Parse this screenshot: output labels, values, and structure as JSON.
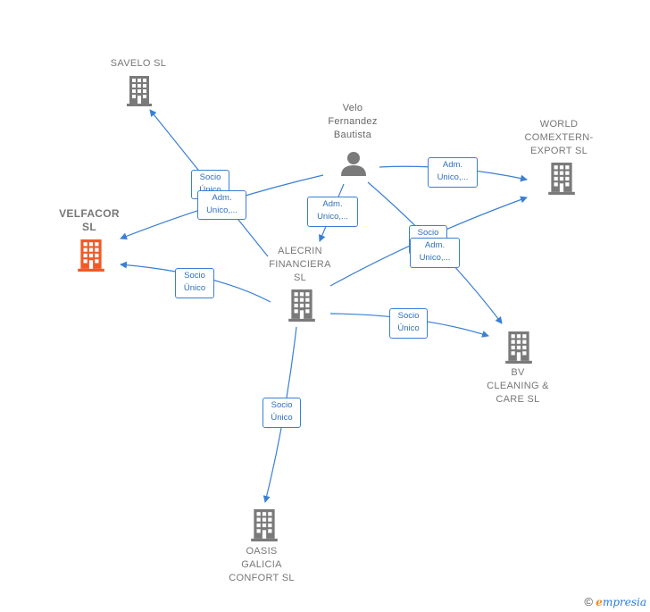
{
  "nodes": {
    "savelo": {
      "label": "SAVELO  SL",
      "type": "company"
    },
    "velfacor": {
      "label": "VELFACOR\nSL",
      "type": "company-focus"
    },
    "velo": {
      "label": "Velo\nFernandez\nBautista",
      "type": "person"
    },
    "world": {
      "label": "WORLD\nCOMEXTERN-\nEXPORT SL",
      "type": "company"
    },
    "alecrin": {
      "label": "ALECRIN\nFINANCIERA\nSL",
      "type": "company"
    },
    "bv": {
      "label": "BV\nCLEANING &\nCARE  SL",
      "type": "company"
    },
    "oasis": {
      "label": "OASIS\nGALICIA\nCONFORT  SL",
      "type": "company"
    }
  },
  "edges": {
    "velo_savelo": {
      "label": "Socio\nÚnico"
    },
    "velo_velfacor": {
      "label": "Adm.\nUnico,..."
    },
    "velo_alecrin": {
      "label": "Adm.\nUnico,..."
    },
    "velo_world": {
      "label": "Adm.\nUnico,..."
    },
    "velo_bv_socio": {
      "label": "Socio\nÚnico"
    },
    "alecrin_world": {
      "label": "Adm.\nUnico,..."
    },
    "alecrin_velfacor": {
      "label": "Socio\nÚnico"
    },
    "alecrin_bv": {
      "label": "Socio\nÚnico"
    },
    "alecrin_oasis": {
      "label": "Socio\nÚnico"
    }
  },
  "colors": {
    "edge": "#3a7fd5",
    "company_icon": "#7a7a7a",
    "focus_icon": "#f05a28",
    "person_icon": "#7a7a7a"
  },
  "footer": {
    "copyright": "©",
    "brand_initial": "e",
    "brand_rest": "mpresia"
  }
}
